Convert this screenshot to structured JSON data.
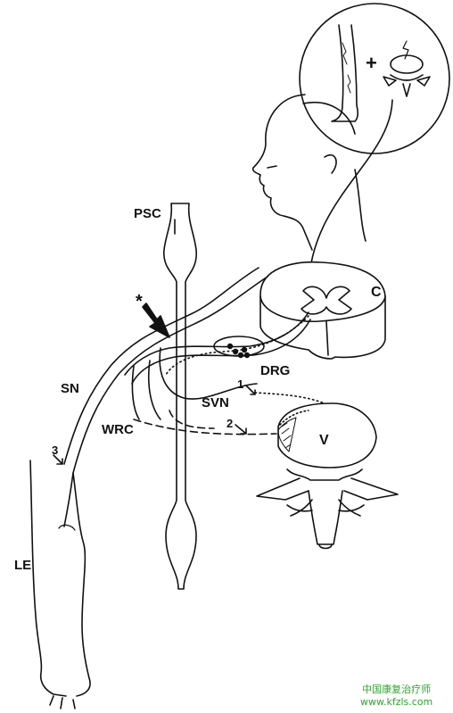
{
  "labels": {
    "psc": "PSC",
    "c": "C",
    "drg": "DRG",
    "sn": "SN",
    "svn": "SVN",
    "wrc": "WRC",
    "v": "V",
    "le": "LE",
    "star": "*",
    "path1": "1",
    "path2": "2",
    "path3": "3",
    "plus": "+"
  },
  "watermark": {
    "line1": "中国康复治疗师",
    "line2": "www.kfzls.com",
    "color": "#2fa32f"
  },
  "colors": {
    "line": "#111111",
    "background": "#ffffff"
  }
}
